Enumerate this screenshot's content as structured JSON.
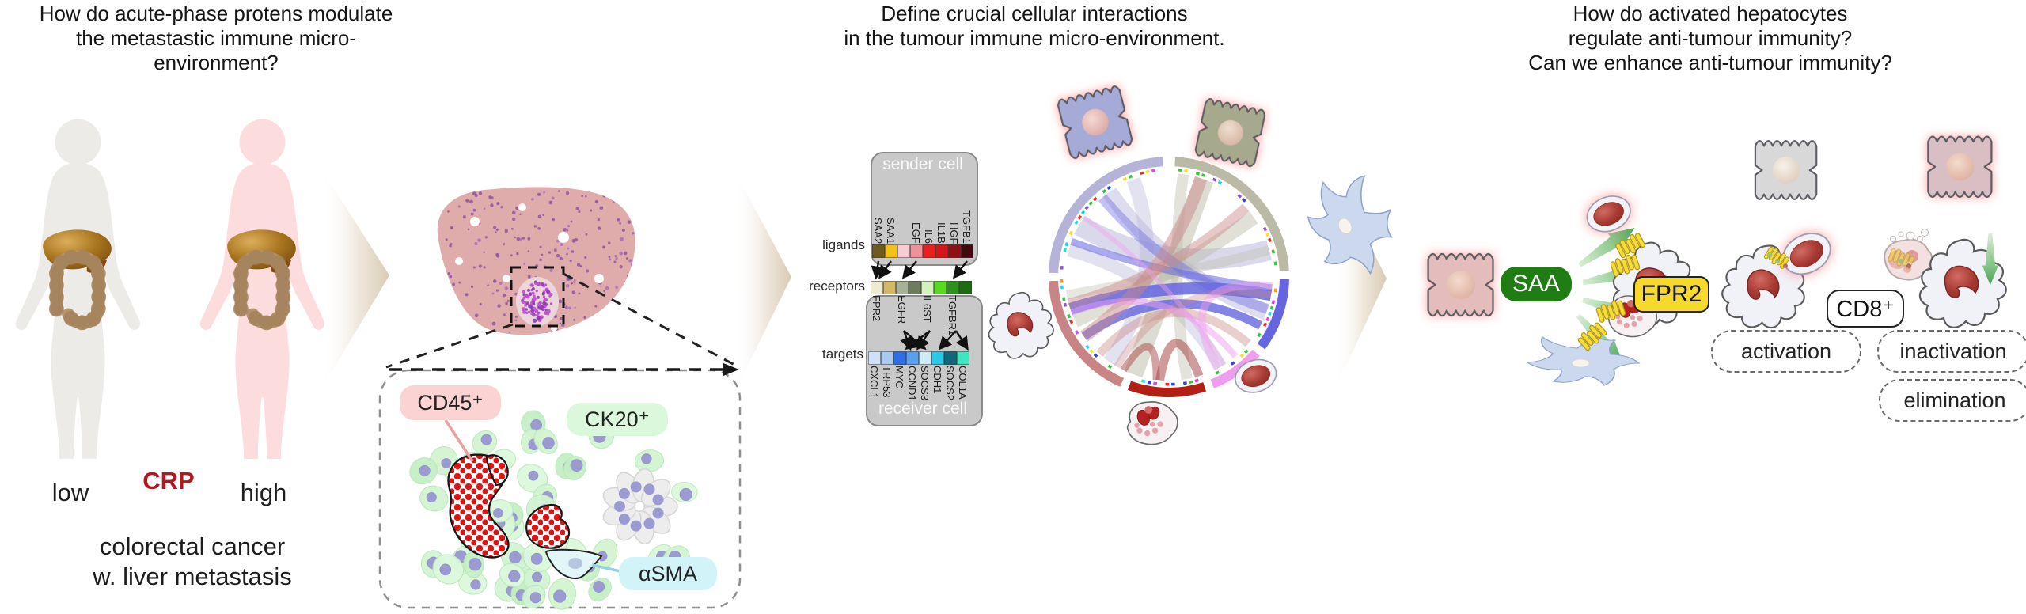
{
  "panel1": {
    "title_lines": [
      "How do acute-phase protens modulate",
      "the metastastic immune micro-environment?"
    ],
    "crp_label": "CRP",
    "crp_color": "#b2181e",
    "low_label": "low",
    "high_label": "high",
    "caption_lines": [
      "colorectal cancer",
      "w. liver metastasis"
    ]
  },
  "inset_badges": {
    "cd45": {
      "text": "CD45⁺",
      "bg": "#fbd3d3"
    },
    "ck20": {
      "text": "CK20⁺",
      "bg": "#dcf8dc"
    },
    "asma": {
      "text": "αSMA",
      "bg": "#d2f3f8"
    }
  },
  "panel2": {
    "title_lines": [
      "Define crucial cellular interactions",
      "in the tumour immune micro-environment."
    ],
    "heatmap": {
      "sender_label": "sender cell",
      "receiver_label": "receiver cell",
      "row_labels": {
        "ligands": "ligands",
        "receptors": "receptors",
        "targets": "targets"
      },
      "ligands": [
        {
          "label": "SAA2",
          "color": "#6f5b1c"
        },
        {
          "label": "SAA1",
          "color": "#f3c11a"
        },
        {
          "label": "",
          "color": "#f8ccd2"
        },
        {
          "label": "EGF",
          "color": "#f0909c"
        },
        {
          "label": "IL6",
          "color": "#e8201f"
        },
        {
          "label": "IL1B",
          "color": "#d4151a"
        },
        {
          "label": "HGF",
          "color": "#8e1014"
        },
        {
          "label": "TGFB1",
          "color": "#420a0c"
        }
      ],
      "receptors": [
        {
          "label": "FPR2",
          "color": "#f0ead2"
        },
        {
          "label": "",
          "color": "#d3b869"
        },
        {
          "label": "EGFR",
          "color": "#a8b194"
        },
        {
          "label": "",
          "color": "#6e7c5d"
        },
        {
          "label": "IL6ST",
          "color": "#d4f2c0"
        },
        {
          "label": "",
          "color": "#5ad823"
        },
        {
          "label": "TGFBR1",
          "color": "#2f9020"
        },
        {
          "label": "",
          "color": "#1e6b13"
        }
      ],
      "targets": [
        {
          "label": "CXCL1",
          "color": "#cfe0f8"
        },
        {
          "label": "TRP53",
          "color": "#a9c9f1"
        },
        {
          "label": "MYC",
          "color": "#2e6fe6"
        },
        {
          "label": "CCND1",
          "color": "#58a0ec"
        },
        {
          "label": "SOCS3",
          "color": "#cfeaf7"
        },
        {
          "label": "CDH1",
          "color": "#2ac7e8"
        },
        {
          "label": "SOCS2",
          "color": "#0e6877"
        },
        {
          "label": "COL1A",
          "color": "#3ee7bf"
        }
      ]
    },
    "circos_segment_colors": [
      "#b5b3d8",
      "#babaa6",
      "#6565e0",
      "#ef9dee",
      "#b22015",
      "#c98585"
    ]
  },
  "panel3": {
    "title_lines": [
      "How do activated hepatocytes",
      "regulate anti-tumour immunity?",
      "Can we enhance anti-tumour immunity?"
    ],
    "saa": {
      "text": "SAA",
      "bg": "#1f7d13"
    },
    "fpr2": {
      "text": "FPR2",
      "bg": "#f6d92b"
    },
    "cd8": {
      "text": "CD8⁺",
      "bg": "#ffffff"
    },
    "outcomes": [
      "activation",
      "inactivation",
      "elimination"
    ]
  }
}
